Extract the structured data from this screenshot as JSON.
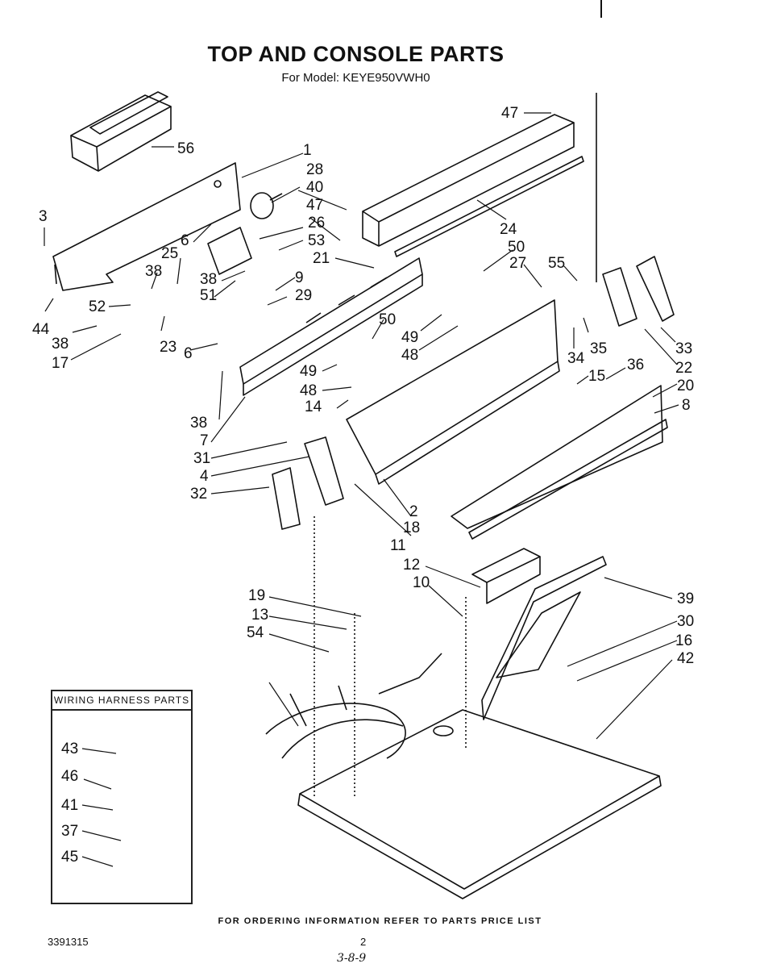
{
  "header": {
    "title": "TOP AND CONSOLE PARTS",
    "subtitle": "For Model: KEYE950VWH0"
  },
  "inset": {
    "title": "WIRING HARNESS PARTS",
    "callouts": [
      "43",
      "46",
      "41",
      "37",
      "45"
    ]
  },
  "callouts": [
    "47",
    "56",
    "1",
    "28",
    "40",
    "3",
    "47",
    "26",
    "6",
    "24",
    "53",
    "50",
    "25",
    "21",
    "27",
    "55",
    "38",
    "38",
    "51",
    "9",
    "29",
    "52",
    "44",
    "38",
    "23",
    "6",
    "50",
    "49",
    "33",
    "48",
    "35",
    "17",
    "34",
    "22",
    "49",
    "36",
    "15",
    "20",
    "48",
    "14",
    "8",
    "38",
    "7",
    "31",
    "4",
    "32",
    "18",
    "2",
    "11",
    "12",
    "10",
    "39",
    "19",
    "13",
    "30",
    "54",
    "16",
    "42"
  ],
  "footer": {
    "ordering_note": "FOR ORDERING INFORMATION REFER TO PARTS PRICE LIST",
    "doc_number": "3391315",
    "page_number": "2",
    "handwritten_note": "3-8-9"
  }
}
